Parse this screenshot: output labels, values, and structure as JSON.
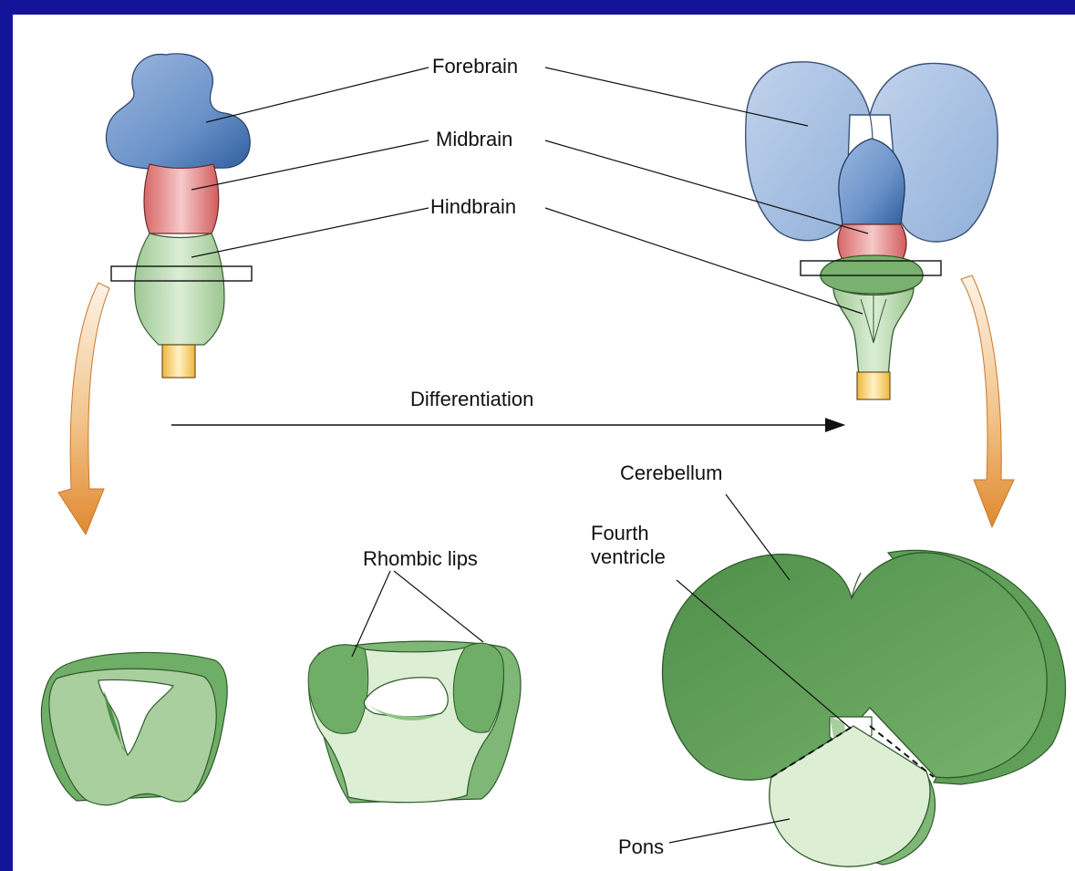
{
  "labels": {
    "forebrain": "Forebrain",
    "midbrain": "Midbrain",
    "hindbrain": "Hindbrain",
    "differentiation": "Differentiation",
    "cerebellum": "Cerebellum",
    "fourth_ventricle": "Fourth\nventricle",
    "rhombic_lips": "Rhombic lips",
    "pons": "Pons"
  },
  "colors": {
    "frame": "#14149a",
    "forebrain": "#5b86c0",
    "midbrain": "#e07a7a",
    "hindbrain": "#a9cf9f",
    "spinal_cord": "#f3cf6a",
    "cerebellum": "#6ea765",
    "arrow": "#e8a24a"
  }
}
